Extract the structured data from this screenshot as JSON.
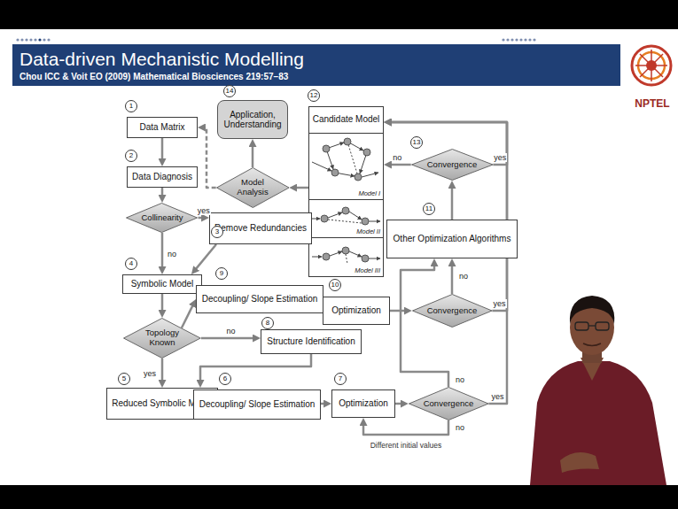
{
  "diagram": {
    "title": "Data-driven Mechanistic Modelling",
    "caption": "Chou ICC & Voit EO (2009) Mathematical Biosciences 219:57–83",
    "nodes": [
      {
        "text": [
          "Data Matrix"
        ]
      },
      {
        "text": [
          "Application, Understanding"
        ]
      },
      {
        "text": [
          "Candidate Model"
        ]
      },
      {
        "text": [
          "Model I"
        ],
        "in": 2
      },
      {
        "text": [
          "Model II"
        ],
        "in": 2
      },
      {
        "text": [
          "Model III"
        ],
        "in": 2
      },
      {
        "text": [
          "Convergence"
        ]
      },
      {
        "text": [
          "Data Diagnosis"
        ]
      },
      {
        "text": [
          "Model Analysis"
        ]
      },
      {
        "text": [
          "Collinearity"
        ]
      },
      {
        "text": [
          "Remove Redundancies"
        ]
      },
      {
        "text": [
          "Other Optimization Algorithms"
        ]
      },
      {
        "text": [
          "Symbolic Model"
        ]
      },
      {
        "text": [
          "Decoupling/ Slope Estimation"
        ]
      },
      {
        "text": [
          "Optimization"
        ]
      },
      {
        "text": [
          "Convergence"
        ]
      },
      {
        "text": [
          "Topology Known"
        ]
      },
      {
        "text": [
          "Structure Identification"
        ]
      },
      {
        "text": [
          "Reduced Symbolic Model"
        ]
      },
      {
        "text": [
          "Decoupling/ Slope Estimation"
        ]
      },
      {
        "text": [
          "Optimization"
        ]
      },
      {
        "text": [
          "Convergence"
        ]
      }
    ],
    "edges": [
      {
        "from": 0,
        "to": 7,
        "arrow": "to"
      },
      {
        "from": 7,
        "to": 9,
        "arrow": "to"
      },
      {
        "from": 9,
        "to": 10,
        "label": "yes",
        "arrow": "to"
      },
      {
        "from": 9,
        "to": 12,
        "label": "no",
        "arrow": "to"
      },
      {
        "from": 10,
        "to": 12,
        "arrow": "to"
      },
      {
        "from": 12,
        "to": 16,
        "arrow": "to"
      },
      {
        "from": 16,
        "to": 13,
        "arrow": "to"
      },
      {
        "from": 16,
        "to": 17,
        "label": "no",
        "arrow": "to"
      },
      {
        "from": 16,
        "to": 18,
        "label": "yes",
        "arrow": "to"
      },
      {
        "from": 17,
        "to": 18,
        "arrow": "to"
      },
      {
        "from": 18,
        "to": 19,
        "arrow": "to"
      },
      {
        "from": 19,
        "to": 20,
        "arrow": "to"
      },
      {
        "from": 20,
        "to": 21,
        "arrow": "to"
      },
      {
        "from": 21,
        "to": 20,
        "label": "no",
        "arrow": "to"
      },
      {
        "from": 21,
        "to": 11,
        "label": "no",
        "arrow": "to"
      },
      {
        "from": 13,
        "to": 14,
        "arrow": "to"
      },
      {
        "from": 14,
        "to": 15,
        "arrow": "to"
      },
      {
        "from": 15,
        "to": 11,
        "label": "no",
        "arrow": "to"
      },
      {
        "from": 15,
        "to": 2,
        "label": "yes",
        "arrow": "to"
      },
      {
        "from": 21,
        "to": 2,
        "label": "yes",
        "arrow": "to"
      },
      {
        "from": 11,
        "to": 6,
        "arrow": "to"
      },
      {
        "from": 6,
        "to": 2,
        "label": "yes",
        "arrow": "to"
      },
      {
        "from": 6,
        "to": 2,
        "label": "no",
        "arrow": "to"
      },
      {
        "from": 2,
        "to": 8,
        "arrow": "to"
      },
      {
        "from": 8,
        "to": 1,
        "arrow": "to"
      },
      {
        "from": 8,
        "to": 0,
        "arrow": "to"
      }
    ],
    "labels": [
      "1",
      "14",
      "12",
      "NPTEL",
      "13",
      "2",
      "11",
      "3",
      "9",
      "10",
      "4",
      "8",
      "5",
      "6",
      "7",
      "Different initial values"
    ]
  }
}
